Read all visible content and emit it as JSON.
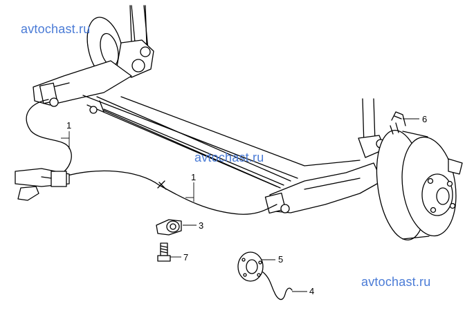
{
  "watermarks": [
    "avtochast.ru",
    "avtochast.ru",
    "avtochast.ru"
  ],
  "callouts": {
    "c1a": "1",
    "c1b": "1",
    "c3": "3",
    "c4": "4",
    "c5": "5",
    "c6": "6",
    "c7": "7"
  }
}
